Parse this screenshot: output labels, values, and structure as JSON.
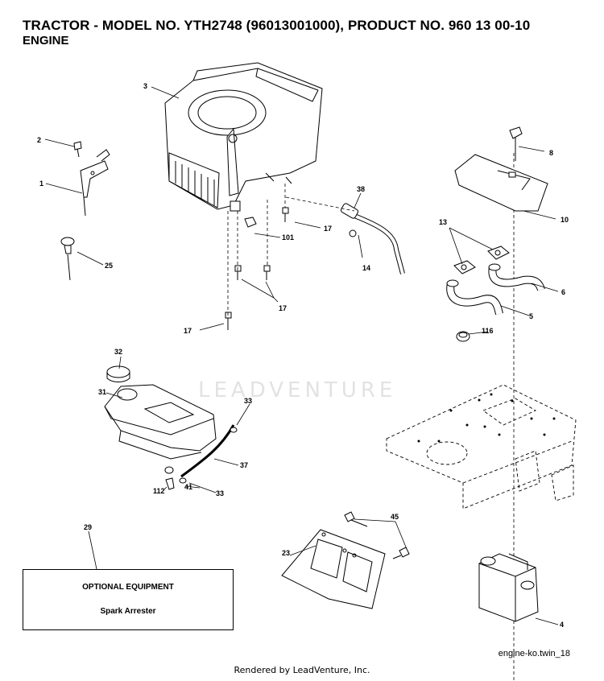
{
  "header": {
    "title": "TRACTOR - MODEL NO. YTH2748 (96013001000), PRODUCT NO. 960 13 00-10",
    "subtitle": "ENGINE"
  },
  "callouts": {
    "c1": "1",
    "c2": "2",
    "c3": "3",
    "c4": "4",
    "c5": "5",
    "c6": "6",
    "c8": "8",
    "c10": "10",
    "c13": "13",
    "c14": "14",
    "c17a": "17",
    "c17b": "17",
    "c17c": "17",
    "c23": "23",
    "c25": "25",
    "c29": "29",
    "c31": "31",
    "c32": "32",
    "c33a": "33",
    "c33b": "33",
    "c37": "37",
    "c38": "38",
    "c41": "41",
    "c45": "45",
    "c101": "101",
    "c112": "112",
    "c116": "116"
  },
  "optional": {
    "heading": "OPTIONAL EQUIPMENT",
    "item": "Spark Arrester"
  },
  "watermark": "LEADVENTURE",
  "diagram_ref": "engine-ko.twin_18",
  "footer": "Rendered by LeadVenture, Inc."
}
